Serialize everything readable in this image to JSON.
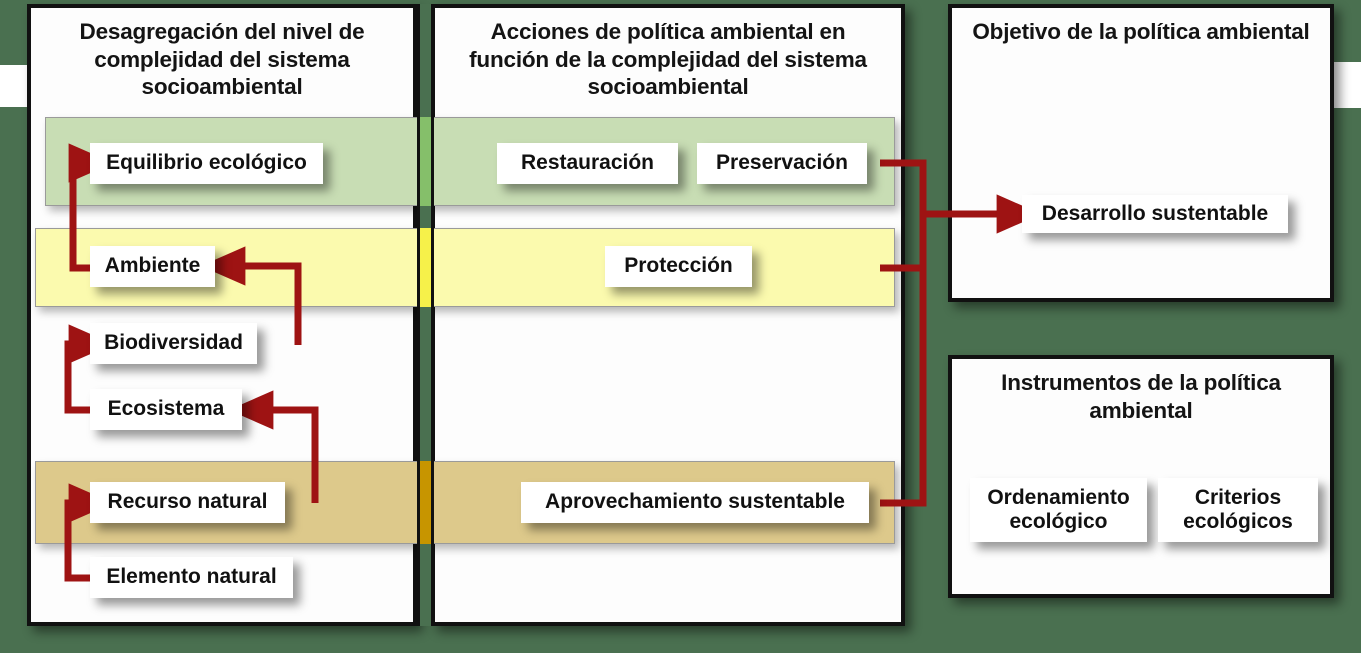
{
  "diagram": {
    "background_color": "#4a7050",
    "accent_arrow_color": "#9e1313",
    "band_colors": {
      "green": "#c8ddb4",
      "yellow": "#fbfaae",
      "gold": "#ddc98b",
      "gap_green": "#85bf6a",
      "gap_yellow": "#f6f14a",
      "gap_gold": "#c79500"
    }
  },
  "panels": {
    "left": {
      "title": "Desagregación del nivel de complejidad del sistema socioambiental",
      "items": [
        {
          "label": "Equilibrio ecológico",
          "band": "green"
        },
        {
          "label": "Ambiente",
          "band": "yellow"
        },
        {
          "label": "Biodiversidad",
          "band": "none"
        },
        {
          "label": "Ecosistema",
          "band": "none"
        },
        {
          "label": "Recurso natural",
          "band": "gold"
        },
        {
          "label": "Elemento natural",
          "band": "none"
        }
      ]
    },
    "middle": {
      "title": "Acciones de política ambiental en función de la complejidad del sistema socioambiental",
      "items": [
        {
          "label": "Restauración",
          "band": "green"
        },
        {
          "label": "Preservación",
          "band": "green"
        },
        {
          "label": "Protección",
          "band": "yellow"
        },
        {
          "label": "Aprovechamiento sustentable",
          "band": "gold"
        }
      ]
    },
    "goal": {
      "title": "Objetivo de la política ambiental",
      "items": [
        {
          "label": "Desarrollo sustentable"
        }
      ]
    },
    "instruments": {
      "title": "Instrumentos de la política ambiental",
      "items": [
        {
          "label": "Ordenamiento ecológico"
        },
        {
          "label": "Criterios ecológicos"
        }
      ]
    }
  }
}
